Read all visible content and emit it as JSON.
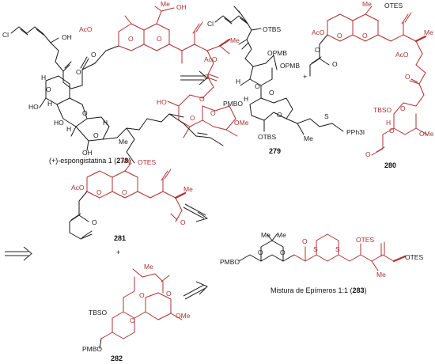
{
  "compounds": {
    "c278": {
      "caption": "(+)-espongistatina 1 (",
      "number": "278",
      "caption_end": ")",
      "labels": [
        "Cl",
        "OH",
        "Me",
        "OH",
        "AcO",
        "Me",
        "O",
        "O",
        "H",
        "O",
        "H",
        "AcO",
        "O",
        "O",
        "O",
        "HO",
        "O",
        "O",
        "O",
        "OMe",
        "HO",
        "HO",
        "O",
        "O",
        "Me",
        "OH",
        "H",
        "H"
      ]
    },
    "c279": {
      "number": "279",
      "labels": [
        "Cl",
        "OTBS",
        "OPMB",
        "OPMB",
        "H",
        "O",
        "H",
        "PMBO",
        "O",
        "O",
        "S",
        "PPh3I",
        "Me",
        "OTBS"
      ]
    },
    "c280": {
      "number": "280",
      "labels": [
        "OTES",
        "Me",
        "AcO",
        "O",
        "O",
        "Me",
        "O",
        "O",
        "AcO",
        "O",
        "TBSO",
        "O",
        "O",
        "OMe",
        "O",
        "H"
      ]
    },
    "c281": {
      "number": "281",
      "labels": [
        "Me",
        "OTES",
        "AcO",
        "O",
        "O",
        "Me",
        "O",
        "O"
      ]
    },
    "plus1": "+",
    "plus2": "+",
    "c282": {
      "number": "282",
      "labels": [
        "Me",
        "O",
        "O",
        "TBSO",
        "O",
        "OMe",
        "PMBO"
      ]
    },
    "c283": {
      "caption": "Mistura de Epímeros 1:1 (",
      "number": "283",
      "caption_end": ")",
      "labels": [
        "Me",
        "Me",
        "PMBO",
        "O",
        "O",
        "O",
        "S",
        "S",
        "OTES",
        "OTES",
        "Me"
      ]
    }
  },
  "colors": {
    "ink": "#1a1a1a",
    "highlight": "#b03030"
  }
}
